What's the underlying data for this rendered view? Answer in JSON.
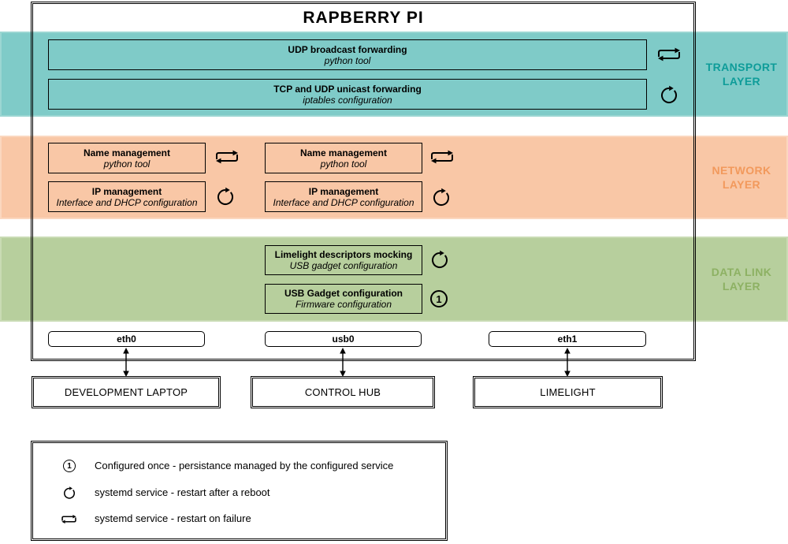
{
  "title": "RAPBERRY PI",
  "colors": {
    "transport_band": "#7FCBC8",
    "transport_label": "#0E9C99",
    "network_band": "#F9C7A6",
    "network_label": "#F2995C",
    "datalink_band": "#B7CF9D",
    "datalink_label": "#8DB163",
    "stroke": "#000000",
    "background": "#FFFFFF"
  },
  "layers": {
    "transport": {
      "label": "TRANSPORT LAYER",
      "boxes": [
        {
          "title": "UDP broadcast forwarding",
          "subtitle": "python tool",
          "icon": "restart-on-failure"
        },
        {
          "title": "TCP and UDP unicast forwarding",
          "subtitle": "iptables configuration",
          "icon": "restart-after-reboot"
        }
      ]
    },
    "network": {
      "label": "NETWORK LAYER",
      "columns": [
        {
          "boxes": [
            {
              "title": "Name management",
              "subtitle": "python tool",
              "icon": "restart-on-failure"
            },
            {
              "title": "IP management",
              "subtitle": "Interface and DHCP configuration",
              "icon": "restart-after-reboot"
            }
          ]
        },
        {
          "boxes": [
            {
              "title": "Name management",
              "subtitle": "python tool",
              "icon": "restart-on-failure"
            },
            {
              "title": "IP management",
              "subtitle": "Interface and DHCP configuration",
              "icon": "restart-after-reboot"
            }
          ]
        }
      ]
    },
    "datalink": {
      "label": "DATA LINK LAYER",
      "boxes": [
        {
          "title": "Limelight descriptors mocking",
          "subtitle": "USB gadget configuration",
          "icon": "restart-after-reboot"
        },
        {
          "title": "USB Gadget configuration",
          "subtitle": "Firmware configuration",
          "icon": "configured-once"
        }
      ]
    }
  },
  "interfaces": [
    {
      "label": "eth0"
    },
    {
      "label": "usb0"
    },
    {
      "label": "eth1"
    }
  ],
  "devices": [
    {
      "label": "DEVELOPMENT LAPTOP"
    },
    {
      "label": "CONTROL HUB"
    },
    {
      "label": "LIMELIGHT"
    }
  ],
  "legend": {
    "items": [
      {
        "icon": "configured-once",
        "text": "Configured once - persistance managed by the configured service"
      },
      {
        "icon": "restart-after-reboot",
        "text": "systemd service - restart after a reboot"
      },
      {
        "icon": "restart-on-failure",
        "text": "systemd service - restart on failure"
      }
    ]
  },
  "glyphs": {
    "once_digit": "1"
  }
}
